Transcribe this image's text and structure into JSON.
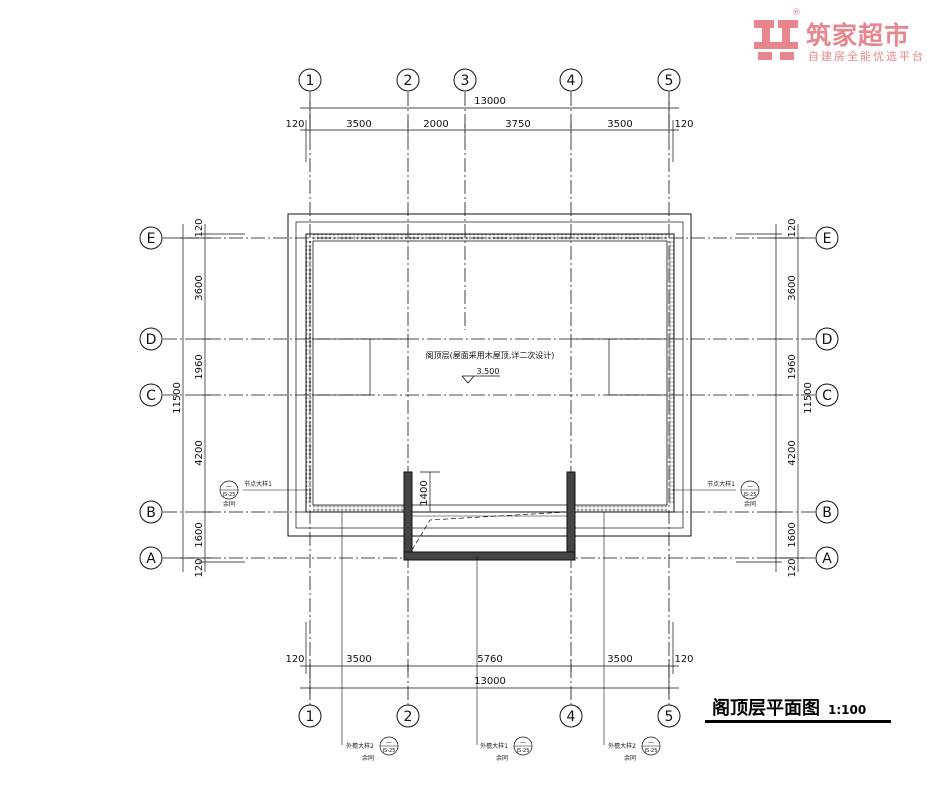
{
  "logo": {
    "name": "筑家超市",
    "slogan": "自建房全能优选平台",
    "registered": "®",
    "color": "#e8868d"
  },
  "drawing": {
    "title": "阁顶层平面图",
    "scale": "1:100",
    "axes_vertical_top": [
      "1",
      "2",
      "3",
      "4",
      "5"
    ],
    "axes_vertical_bottom": [
      "1",
      "2",
      "4",
      "5"
    ],
    "axes_horizontal": [
      "E",
      "D",
      "C",
      "B",
      "A"
    ],
    "top_total": "13000",
    "top_dims": [
      "120",
      "3500",
      "2000",
      "3750",
      "3500",
      "120"
    ],
    "bottom_dims": [
      "120",
      "3500",
      "5760",
      "3500",
      "120"
    ],
    "bottom_total": "13000",
    "side_dims": [
      "120",
      "3600",
      "1960",
      "4200",
      "1600",
      "120"
    ],
    "side_total": "11500",
    "stair_dim": "1400",
    "roof_note": "阁顶层(屋面采用木屋顶,详二次设计)",
    "elevation": "3.500",
    "detail_callouts": [
      {
        "label": "节点大样1",
        "number": "—",
        "sheet": "JS-25",
        "sub": "余同"
      },
      {
        "label": "节点大样1",
        "number": "—",
        "sheet": "JS-25",
        "sub": "余同"
      },
      {
        "label": "外檐大样2",
        "number": "—",
        "sheet": "JS-25",
        "sub": "余同"
      },
      {
        "label": "外檐大样1",
        "number": "—",
        "sheet": "JS-25",
        "sub": "余同"
      },
      {
        "label": "外檐大样2",
        "number": "—",
        "sheet": "JS-25",
        "sub": "余同"
      }
    ]
  }
}
